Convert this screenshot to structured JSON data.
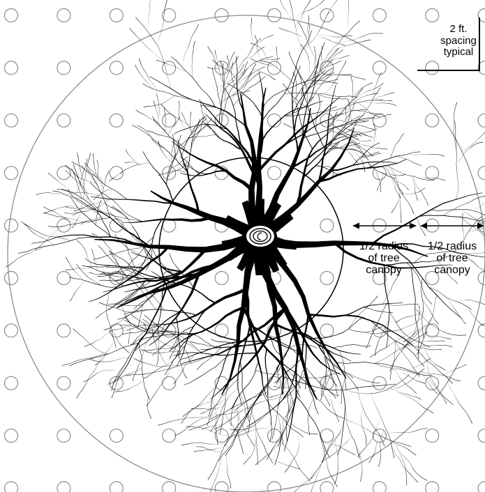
{
  "labels": {
    "spacing_line1": "2 ft.",
    "spacing_line2": "spacing",
    "spacing_line3": "typical",
    "inner_line1": "1/2 radius",
    "inner_line2": "of tree",
    "inner_line3": "canopy",
    "outer_line1": "1/2 radius",
    "outer_line2": "of tree",
    "outer_line3": "canopy"
  },
  "colors": {
    "ink": "#000000",
    "grid_hole": "#8c8c8c",
    "outer_boundary": "#8c8c8c",
    "background": "#ffffff"
  },
  "elements": {
    "grid_holes": "open circles on a regular square grid",
    "root_system": "black tapering root branches radiating from trunk",
    "trunk": "tree trunk cross-section with growth rings",
    "inner_ring": "circle at 1/2 canopy radius",
    "outer_boundary": "large grey circle at full canopy radius"
  }
}
